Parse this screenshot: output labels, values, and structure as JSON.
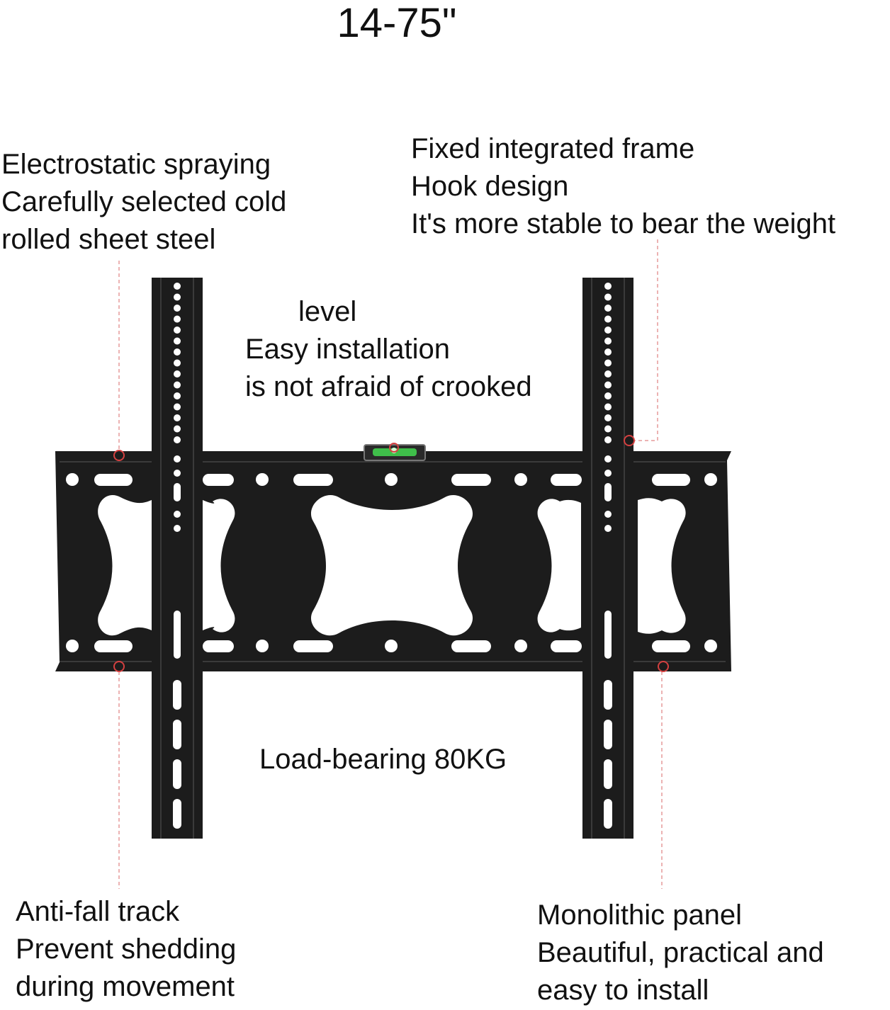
{
  "title": "14-75\"",
  "callouts": {
    "electrostatic": [
      "Electrostatic spraying",
      "Carefully selected cold",
      "rolled sheet steel"
    ],
    "frame": [
      "Fixed integrated frame",
      "Hook design",
      "It's more stable to bear the weight"
    ],
    "level": [
      "level",
      "Easy installation",
      "is not afraid of crooked"
    ],
    "load": "Load-bearing 80KG",
    "antifall": [
      "Anti-fall track",
      "Prevent shedding",
      "during movement"
    ],
    "panel": [
      "Monolithic panel",
      "Beautiful, practical and",
      "easy to install"
    ]
  },
  "colors": {
    "metal": "#1c1c1c",
    "metal_edge": "#3a3a3a",
    "leader": "#e59a9a",
    "marker": "#d44040",
    "bubble": "#3fbf4a"
  },
  "icons": [
    "tv-wall-mount-bracket",
    "bubble-level-icon",
    "callout-marker-icon"
  ]
}
